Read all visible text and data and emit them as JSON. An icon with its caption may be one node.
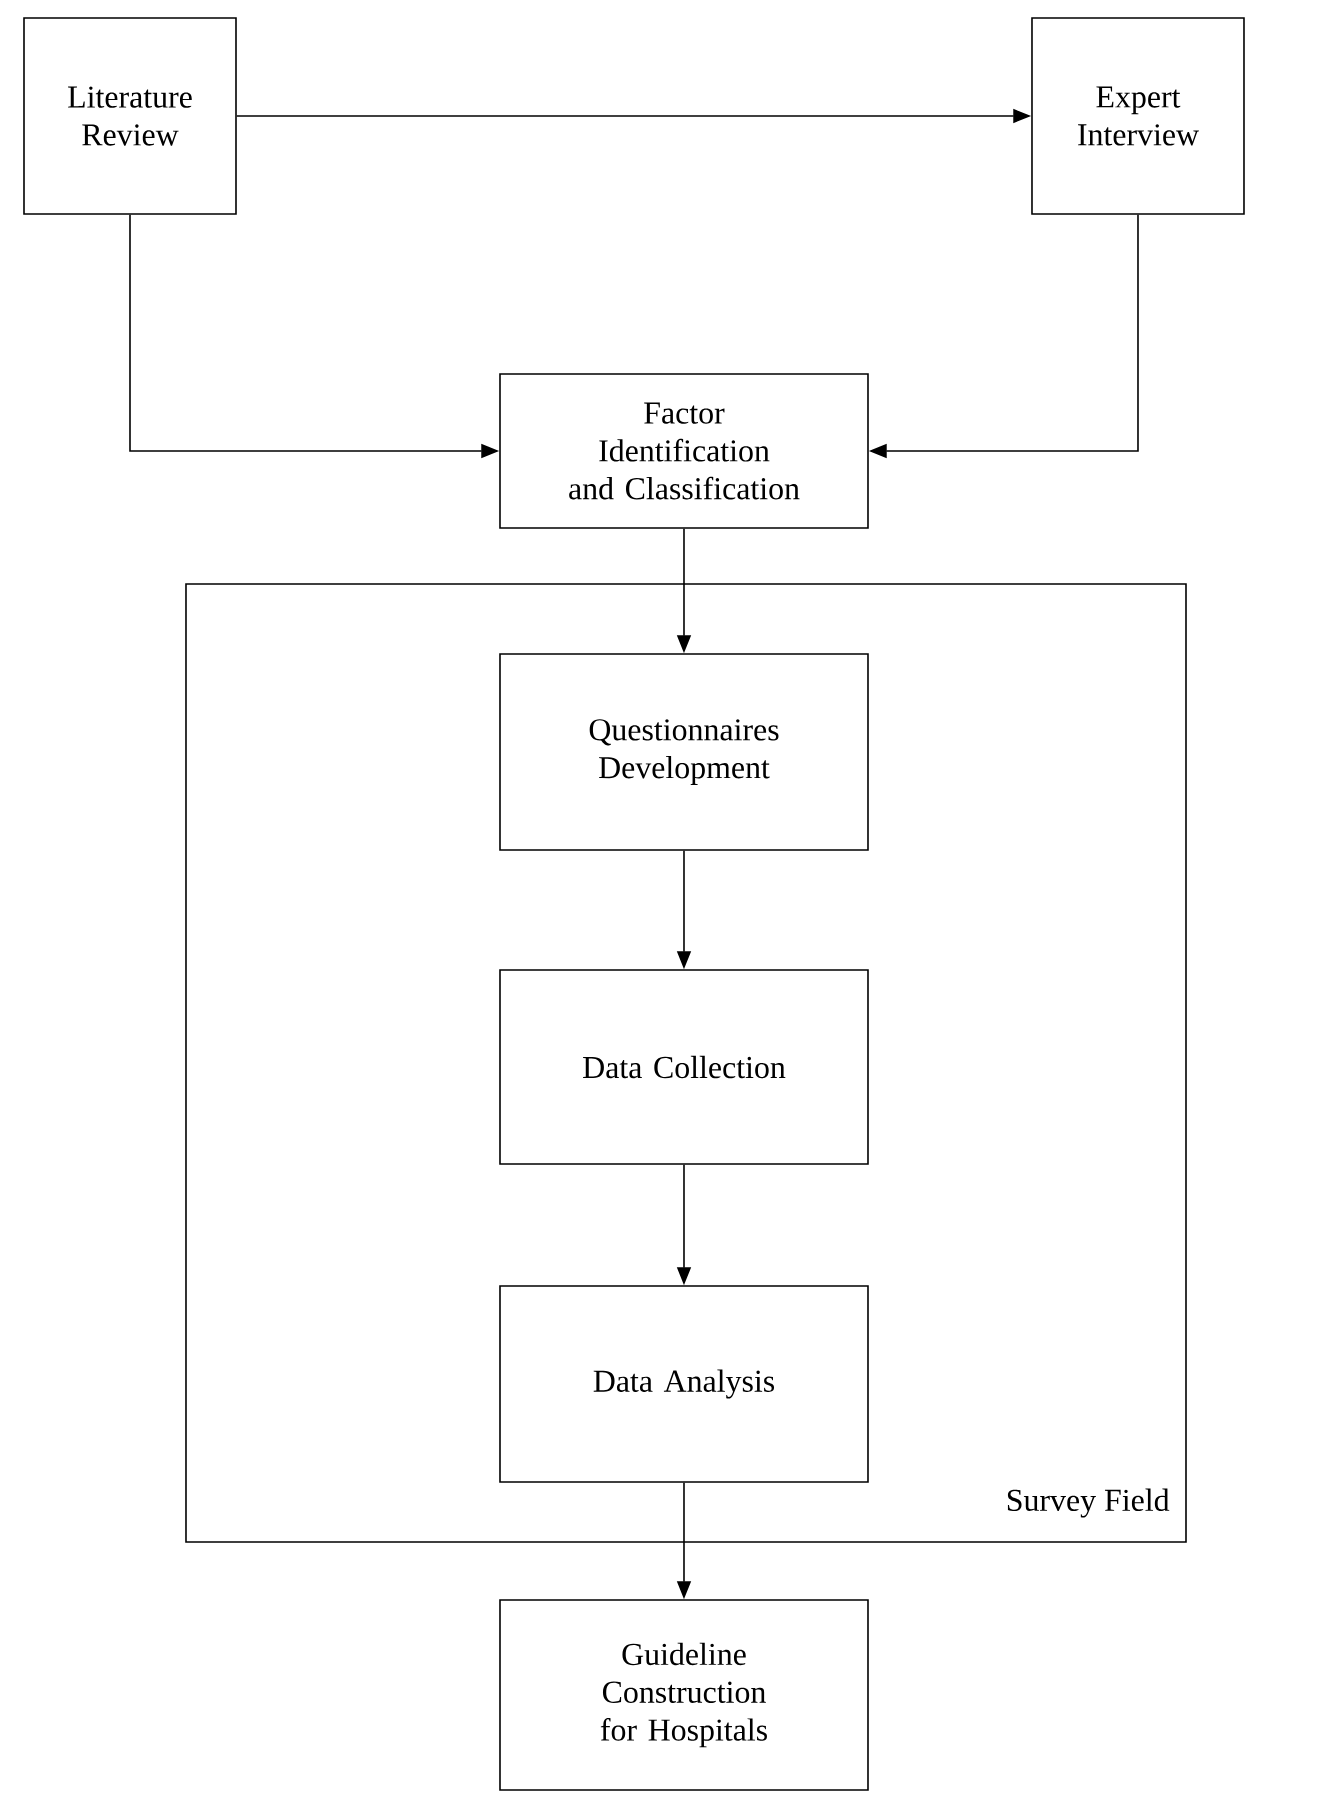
{
  "diagram": {
    "nodes": [
      {
        "text": [
          "Literature Review"
        ]
      },
      {
        "text": [
          "Expert Interview"
        ]
      },
      {
        "text": [
          "Factor Identification and Classification"
        ]
      },
      {
        "text": [
          "Survey Field"
        ]
      },
      {
        "text": [
          "Questionnaires Development"
        ],
        "in": 3
      },
      {
        "text": [
          "Data Collection"
        ],
        "in": 3
      },
      {
        "text": [
          "Data Analysis"
        ],
        "in": 3
      },
      {
        "text": [
          "Guideline Construction for Hospitals"
        ]
      }
    ],
    "edges": [
      {
        "from": 0,
        "to": 1,
        "arrow": "to"
      },
      {
        "from": 0,
        "to": 2,
        "arrow": "to"
      },
      {
        "from": 1,
        "to": 2,
        "arrow": "to"
      },
      {
        "from": 2,
        "to": 4,
        "arrow": "to"
      },
      {
        "from": 4,
        "to": 5,
        "arrow": "to"
      },
      {
        "from": 5,
        "to": 6,
        "arrow": "to"
      },
      {
        "from": 6,
        "to": 7,
        "arrow": "to"
      }
    ]
  }
}
